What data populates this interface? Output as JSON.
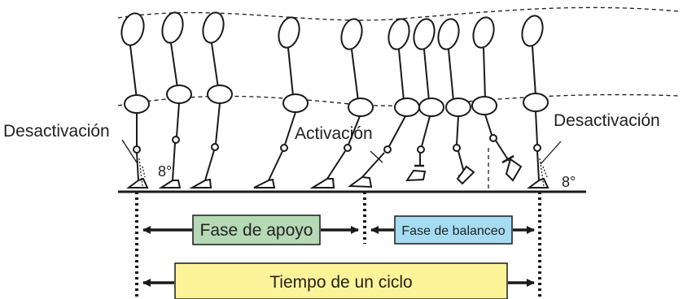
{
  "labels": {
    "deactivation_left": "Desactivación",
    "deactivation_right": "Desactivación",
    "activation": "Activación",
    "angle_left": "8°",
    "angle_right": "8°"
  },
  "bars": {
    "stance": "Fase de apoyo",
    "swing": "Fase de balanceo",
    "cycle": "Tiempo de un ciclo"
  },
  "colors": {
    "stance_fill": "#b5d9b5",
    "swing_fill": "#a6dcf2",
    "cycle_fill": "#fdf49a",
    "line": "#1a1a1a"
  }
}
